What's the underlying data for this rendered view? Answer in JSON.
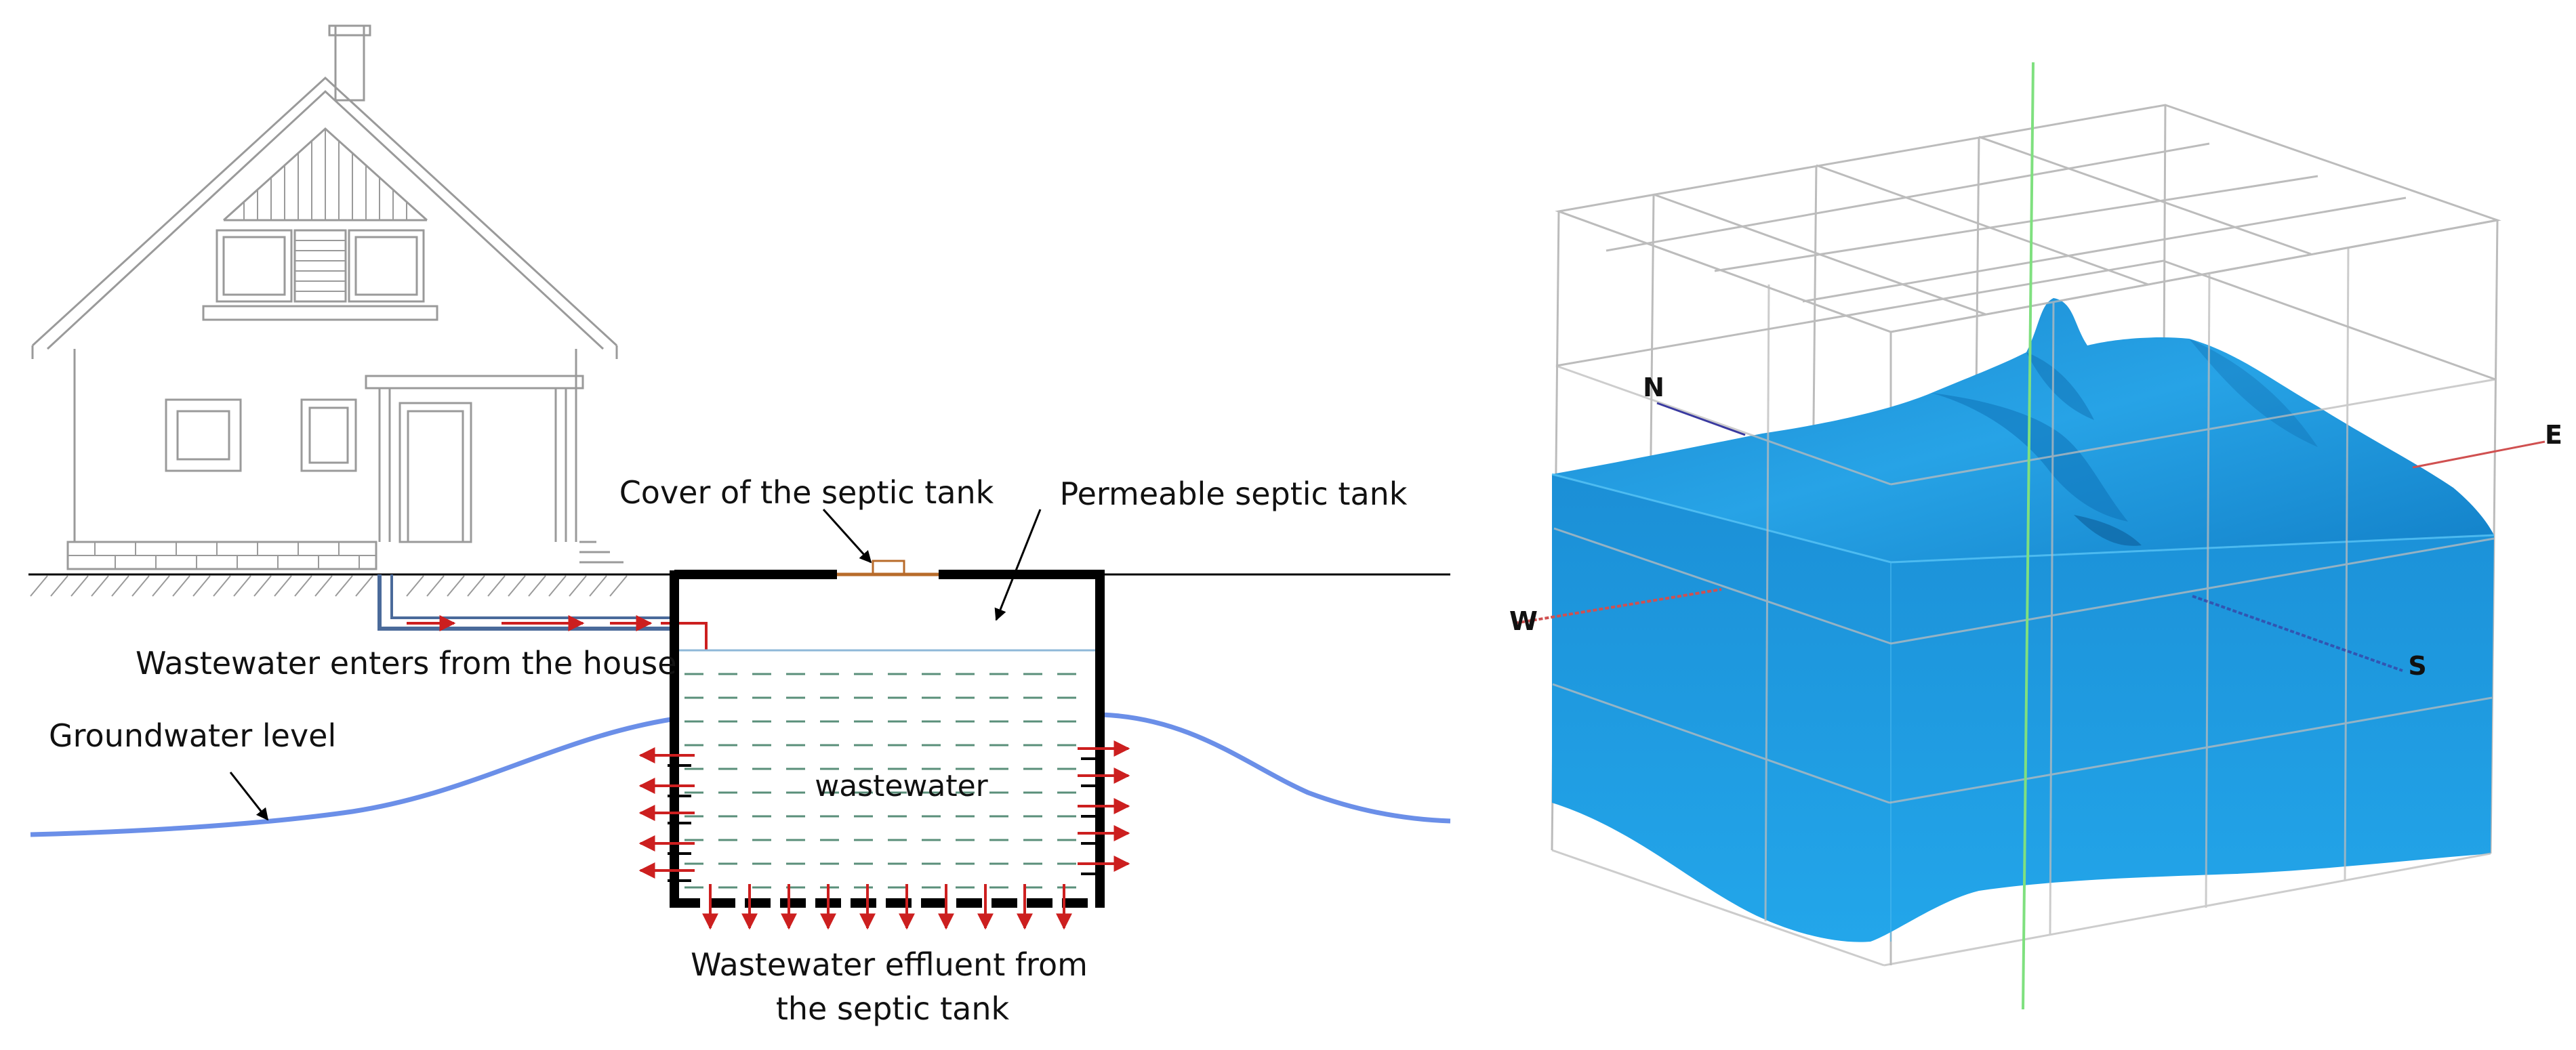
{
  "left_panel": {
    "labels": {
      "cover": "Cover of the septic tank",
      "permeable": "Permeable septic tank",
      "enters": "Wastewater enters from the house",
      "groundwater": "Groundwater level",
      "wastewater": "wastewater",
      "effluent_line1": "Wastewater effluent from",
      "effluent_line2": "the septic tank"
    },
    "colors": {
      "outline": "#9a9a9a",
      "tank_wall": "#000000",
      "groundwater": "#6b8fe8",
      "arrows": "#cc1f1f",
      "water_lines": "#5a8f7a",
      "pipe": "#4a6a9a",
      "cover": "#b86b2a"
    }
  },
  "right_panel": {
    "directions": {
      "north": "N",
      "east": "E",
      "west": "W",
      "south": "S"
    },
    "colors": {
      "surface": "#1a8fd8",
      "surface_top": "#2aa0e6",
      "box": "#bcbcbc",
      "vertical_axis": "#7fe07f",
      "north_axis": "#3a3aa0",
      "east_axis": "#d05050"
    }
  }
}
